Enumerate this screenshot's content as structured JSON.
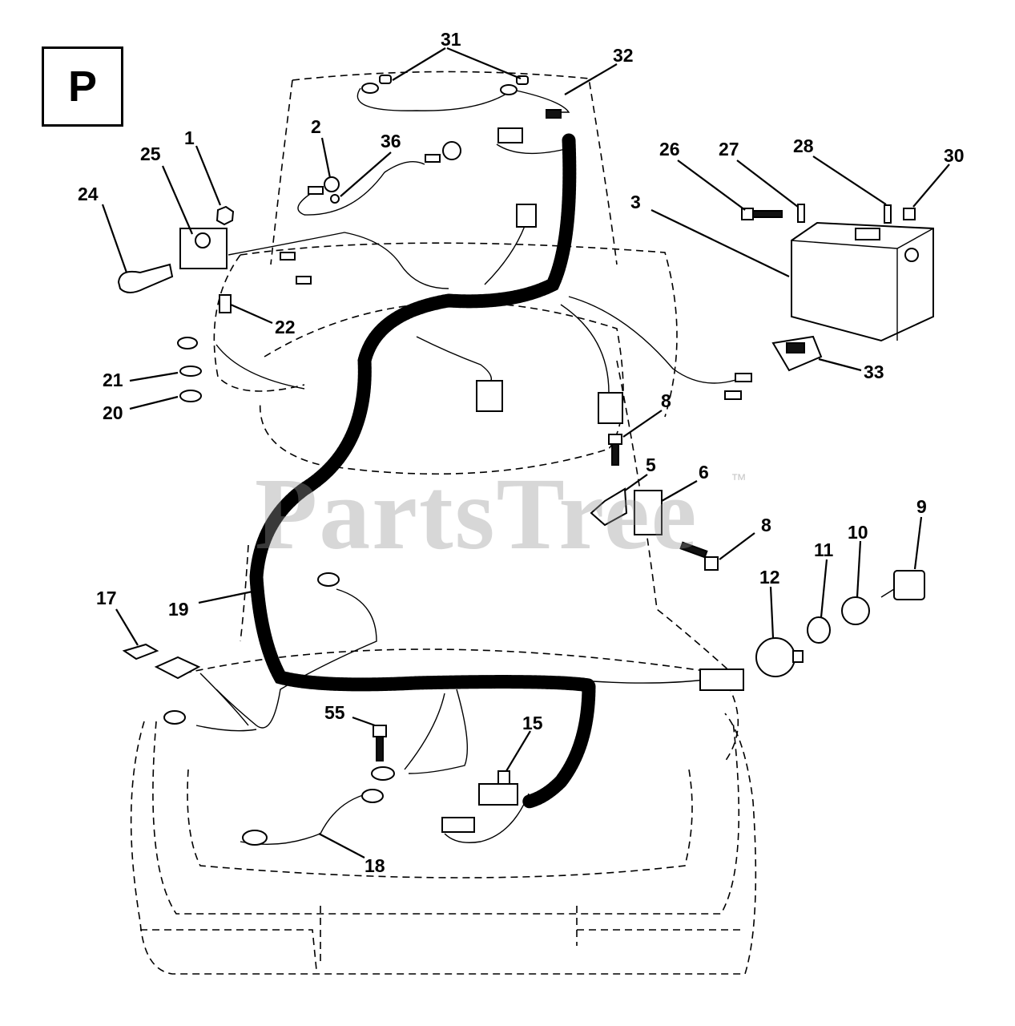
{
  "section_label": "P",
  "watermark": {
    "brand": "PartsTree",
    "trademark": "™"
  },
  "callouts": [
    {
      "id": "c31",
      "label": "31"
    },
    {
      "id": "c32",
      "label": "32"
    },
    {
      "id": "c2",
      "label": "2"
    },
    {
      "id": "c36",
      "label": "36"
    },
    {
      "id": "c1",
      "label": "1"
    },
    {
      "id": "c25",
      "label": "25"
    },
    {
      "id": "c24",
      "label": "24"
    },
    {
      "id": "c22",
      "label": "22"
    },
    {
      "id": "c21",
      "label": "21"
    },
    {
      "id": "c20",
      "label": "20"
    },
    {
      "id": "c26",
      "label": "26"
    },
    {
      "id": "c27",
      "label": "27"
    },
    {
      "id": "c28",
      "label": "28"
    },
    {
      "id": "c30",
      "label": "30"
    },
    {
      "id": "c3",
      "label": "3"
    },
    {
      "id": "c33",
      "label": "33"
    },
    {
      "id": "c8a",
      "label": "8"
    },
    {
      "id": "c5",
      "label": "5"
    },
    {
      "id": "c6",
      "label": "6"
    },
    {
      "id": "c8b",
      "label": "8"
    },
    {
      "id": "c9",
      "label": "9"
    },
    {
      "id": "c10",
      "label": "10"
    },
    {
      "id": "c11",
      "label": "11"
    },
    {
      "id": "c12",
      "label": "12"
    },
    {
      "id": "c17",
      "label": "17"
    },
    {
      "id": "c19",
      "label": "19"
    },
    {
      "id": "c55",
      "label": "55"
    },
    {
      "id": "c15",
      "label": "15"
    },
    {
      "id": "c18",
      "label": "18"
    }
  ]
}
